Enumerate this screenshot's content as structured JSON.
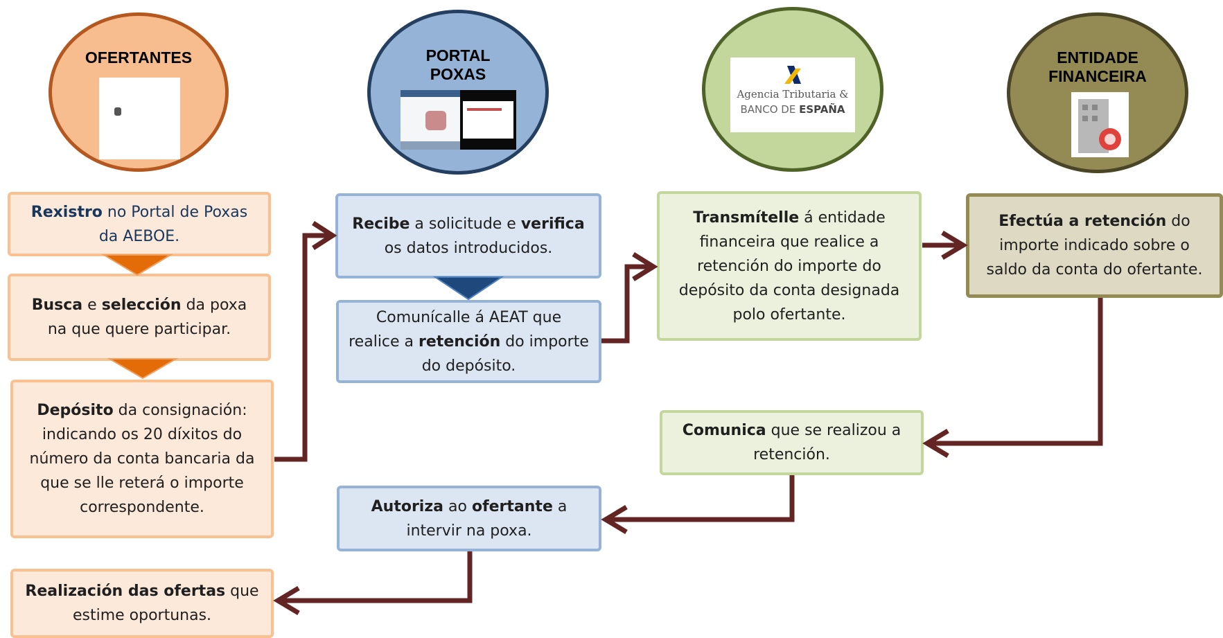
{
  "actors": {
    "ofertantes": "OFERTANTES",
    "portal": "PORTAL\nPOXAS",
    "agencia": "AGENCIA",
    "entidade": "ENTIDADE\nFINANCEIRA"
  },
  "logo_text": {
    "line1": "Agencia Tributaria &",
    "line2_a": "BANCO DE ",
    "line2_b": "ESPAÑA"
  },
  "steps": {
    "rexistro": {
      "b1": "Rexistro",
      "t1": " no Portal de Poxas da AEBOE."
    },
    "busca": {
      "b1": "Busca",
      "t1": " e ",
      "b2": "selección",
      "t2": " da poxa na que quere participar."
    },
    "deposito": {
      "b1": "Depósito",
      "t1": " da consignación: indicando os 20 díxitos do número da conta bancaria da que se lle reterá o importe correspondente."
    },
    "realizacion": {
      "b1": "Realización das ofertas",
      "t1": " que estime oportunas."
    },
    "recibe": {
      "b1": "Recibe",
      "t1": " a solicitude e ",
      "b2": "verifica",
      "t2": " os datos introducidos."
    },
    "comunicalle": {
      "t0": "Comunícalle á AEAT que realice a ",
      "b1": "retención",
      "t1": " do importe do depósito."
    },
    "autoriza": {
      "b1": "Autoriza",
      "t1": " ao ",
      "b2": "ofertante",
      "t2": " a intervir na poxa."
    },
    "transmitelle": {
      "b1": "Transmítelle",
      "t1": " á entidade financeira que realice a retención do importe do depósito da conta designada polo ofertante."
    },
    "comunica": {
      "b1": "Comunica",
      "t1": " que se realizou a retención."
    },
    "efectua": {
      "b1": "Efectúa a retención",
      "t1": " do importe indicado sobre o saldo da conta do ofertante."
    }
  },
  "colors": {
    "orange_fill": "#fde9d9",
    "orange_border": "#fac090",
    "orange_arrow": "#e36c09",
    "blue_fill": "#dce6f2",
    "blue_border": "#95b3d7",
    "blue_arrow": "#1f497d",
    "green_fill": "#ebf1dd",
    "green_border": "#c3d69b",
    "olive_fill": "#ddd9c3",
    "olive_border": "#948a54",
    "connector": "#632523"
  }
}
